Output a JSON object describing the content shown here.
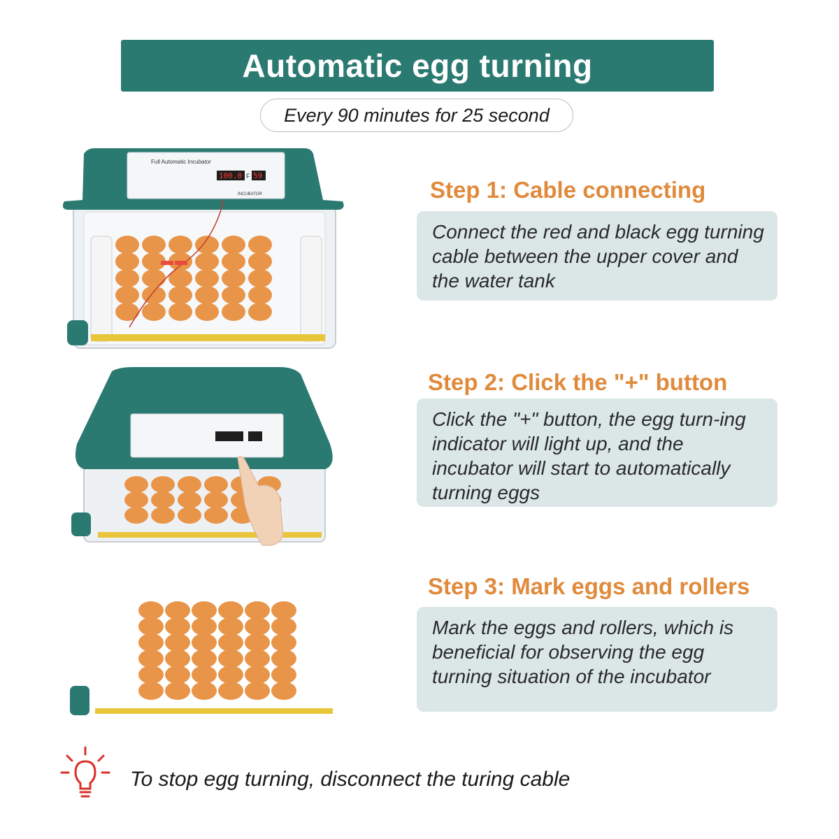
{
  "banner": {
    "title": "Automatic egg turning"
  },
  "subtitle": {
    "text": "Every 90 minutes for 25 second"
  },
  "steps": [
    {
      "title": "Step 1: Cable connecting",
      "description": "Connect the red and black egg turning cable between the upper cover and the water tank"
    },
    {
      "title": "Step 2: Click the \"+\" button",
      "description": "Click the \"+\" button, the egg turn-ing  indicator will light up, and the incubator will start to automatically turning eggs"
    },
    {
      "title": "Step 3: Mark eggs and rollers",
      "description": "Mark the eggs and rollers, which is beneficial for observing the egg turning situation of the incubator"
    }
  ],
  "panel": {
    "label": "Full Automatic Incubator",
    "display_temp": "100.0",
    "display_unit": "F",
    "display_humidity": "59",
    "brand": "INCUBATOR"
  },
  "footer": {
    "text": "To stop egg turning, disconnect the turing cable",
    "icon": "lightbulb-alert-icon"
  },
  "colors": {
    "banner": "#2b7a72",
    "step_title": "#e08a3c",
    "step_box": "#dbe7e7",
    "egg": "#e8954a",
    "icon": "#d9302a"
  }
}
